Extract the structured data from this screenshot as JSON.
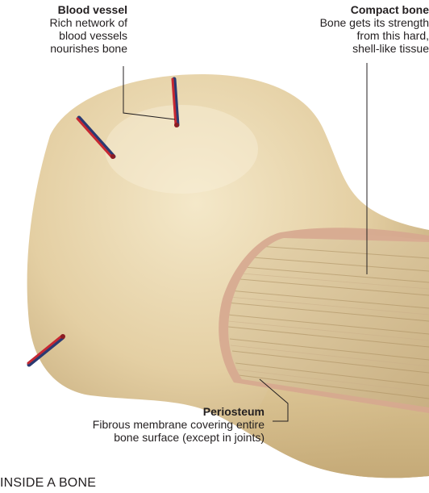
{
  "title": "INSIDE A BONE",
  "labels": {
    "blood_vessel": {
      "title": "Blood vessel",
      "desc": "Rich network of\nblood vessels\nnourishes bone"
    },
    "compact_bone": {
      "title": "Compact bone",
      "desc": "Bone gets its strength\nfrom this hard,\nshell-like tissue"
    },
    "periosteum": {
      "title": "Periosteum",
      "desc": "Fibrous membrane covering entire\nbone surface (except in joints)"
    }
  },
  "colors": {
    "bone_light": "#efe1bf",
    "bone_mid": "#d9c193",
    "bone_shadow": "#b89d6c",
    "periosteum": "#d6a78f",
    "cut_surface": "#d8c29a",
    "vessel_red": "#c62832",
    "vessel_blue": "#2a3a72",
    "leader_line": "#231f20"
  }
}
